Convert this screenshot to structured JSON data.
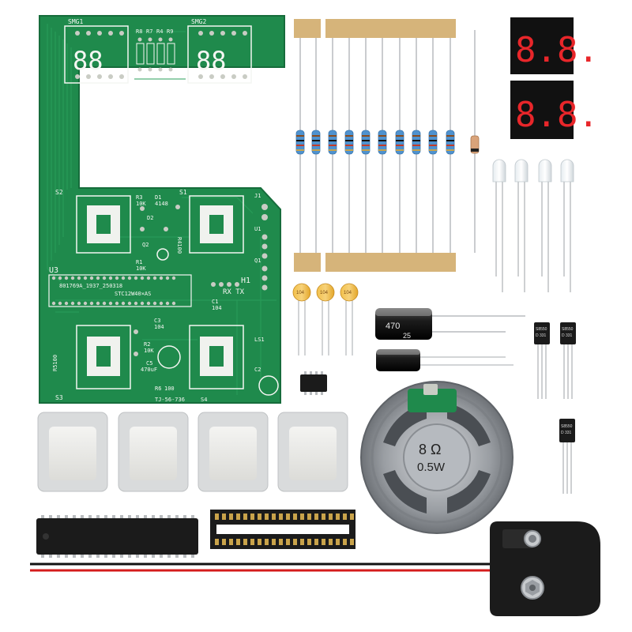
{
  "pcb": {
    "labels": {
      "smg1": "SMG1",
      "smg2": "SMG2",
      "r8": "R8",
      "r7": "R7",
      "r4": "R4",
      "r9": "R9",
      "s2": "S2",
      "s1": "S1",
      "s3": "S3",
      "s4": "S4",
      "r3": "R3",
      "r3_val": "10K",
      "d1": "D1",
      "d1_val": "4148",
      "d2": "D2",
      "q2": "Q2",
      "r1": "R1",
      "r1_val": "10K",
      "r4100": "R4100",
      "j1": "J1",
      "u1": "U1",
      "q1": "Q1",
      "u3": "U3",
      "h1": "H1",
      "rx_tx": "RX TX",
      "code": "801769A_1937_250318",
      "mcu": "STC12W40×AS",
      "c1": "C1",
      "c1_val": "104",
      "c3": "C3",
      "c3_val": "104",
      "r2": "R2",
      "r2_val": "10K",
      "c5": "C5",
      "c5_val": "470uF",
      "r6": "R6",
      "r6_val": "100",
      "r5": "R5100",
      "ls1": "LS1",
      "c2": "C2",
      "board_id": "TJ-56-736"
    }
  },
  "display": {
    "digits": "8.8."
  },
  "capacitor": {
    "value": "470",
    "voltage": "25"
  },
  "ceramic_cap": {
    "value": "104"
  },
  "transistors": {
    "marking": "S8550",
    "marking2": "D 331"
  },
  "speaker": {
    "ohms": "8 Ω",
    "watts": "0.5W"
  },
  "colors": {
    "pcb_green": "#1f8a4c",
    "pcb_dark": "#167040",
    "silk": "#f4f6f2",
    "pad": "#c9ccc4",
    "tape": "#d6b47a",
    "resistor_body": "#4f92cf",
    "led_red": "#e8262a",
    "wire_red": "#d41c1c",
    "wire_black": "#111111"
  }
}
